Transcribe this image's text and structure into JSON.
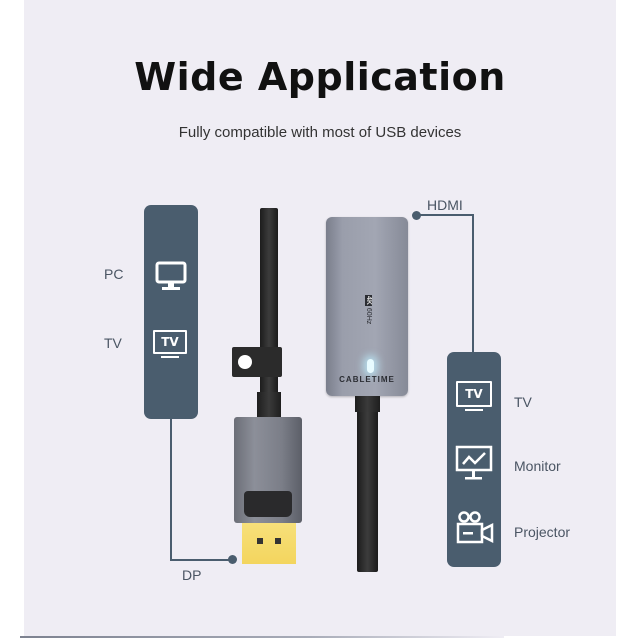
{
  "header": {
    "title": "Wide Application",
    "subtitle": "Fully compatible with most of USB devices"
  },
  "left_panel": {
    "items": [
      {
        "label": "PC",
        "icon": "desktop-monitor-icon"
      },
      {
        "label": "TV",
        "icon": "tv-icon",
        "icon_text": "TV"
      }
    ],
    "connector_label": "DP"
  },
  "right_panel": {
    "connector_label": "HDMI",
    "items": [
      {
        "label": "TV",
        "icon": "tv-icon",
        "icon_text": "TV"
      },
      {
        "label": "Monitor",
        "icon": "monitor-chart-icon"
      },
      {
        "label": "Projector",
        "icon": "projector-camera-icon"
      }
    ]
  },
  "adapter": {
    "brand": "CABLETIME",
    "badge": "4K",
    "spec": "60Hz"
  },
  "colors": {
    "panel_bg": "#efedf4",
    "accent": "#4a5d6e",
    "title": "#111111",
    "dp_gold": "#f5d96a"
  }
}
